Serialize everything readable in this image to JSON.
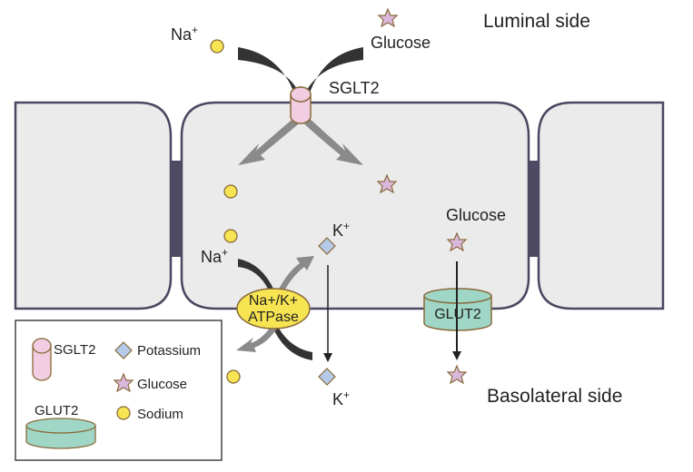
{
  "labels": {
    "luminal_side": "Luminal side",
    "basolateral_side": "Basolateral side",
    "na_top": "Na",
    "na_top_sup": "+",
    "glucose_top": "Glucose",
    "sglt2": "SGLT2",
    "glucose_cell": "Glucose",
    "k_top": "K",
    "k_top_sup": "+",
    "na_mid": "Na",
    "na_mid_sup": "+",
    "atpase_line1": "Na+/K+",
    "atpase_line2": "ATPase",
    "glut2": "GLUT2",
    "k_bottom": "K",
    "k_bottom_sup": "+"
  },
  "legend": {
    "sglt2": "SGLT2",
    "glut2": "GLUT2",
    "potassium": "Potassium",
    "glucose": "Glucose",
    "sodium": "Sodium"
  },
  "colors": {
    "cell_fill": "#ebebeb",
    "cell_stroke": "#4a4760",
    "junction": "#4f4a64",
    "sodium": "#f7e452",
    "glucose": "#d9b8dc",
    "potassium": "#b5c9e8",
    "sglt2": "#f1cde2",
    "glut2": "#9fd6c6",
    "atpase": "#f7e452",
    "dark_arc": "#333333",
    "gray_arrow": "#8a8a8a",
    "outline_brown": "#8a6a3a"
  }
}
